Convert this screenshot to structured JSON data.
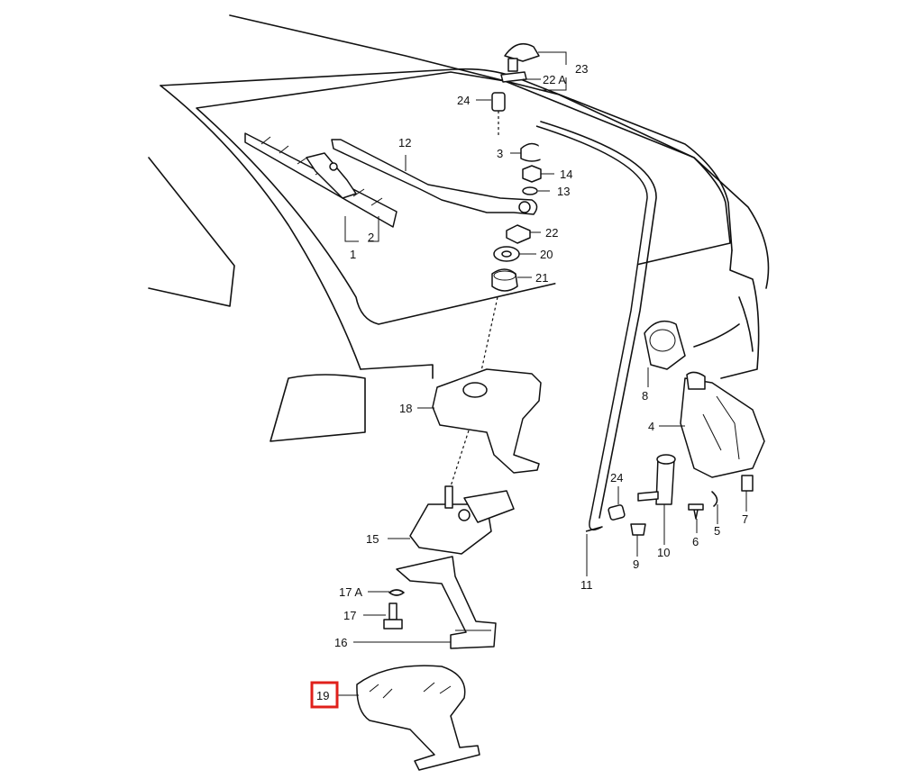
{
  "diagram": {
    "labels": {
      "p1": "1",
      "p2": "2",
      "p3": "3",
      "p4": "4",
      "p5": "5",
      "p6": "6",
      "p7": "7",
      "p8": "8",
      "p9": "9",
      "p10": "10",
      "p11": "11",
      "p12": "12",
      "p13": "13",
      "p14": "14",
      "p15": "15",
      "p16": "16",
      "p17": "17",
      "p17a": "17 A",
      "p18": "18",
      "p19": "19",
      "p20": "20",
      "p21": "21",
      "p22": "22",
      "p22a": "22 A",
      "p23": "23",
      "p24_top": "24",
      "p24_low": "24"
    },
    "highlighted_part": "19",
    "highlight_color": "#e0201b"
  }
}
